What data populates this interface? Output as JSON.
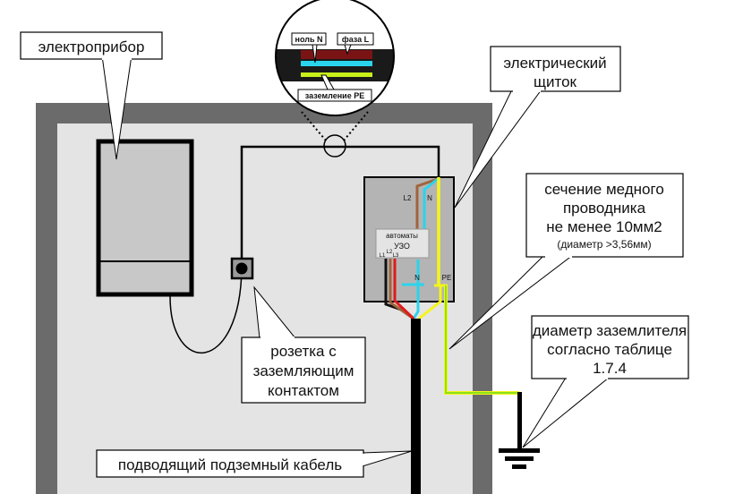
{
  "title": "Схема подключения заземления",
  "colors": {
    "outer_wall": "#6b6b6b",
    "inner_room": "#e4e4e4",
    "appliance": "#c8c8c8",
    "panel": "#b4b4b4",
    "phase_L1": "#111111",
    "phase_L2": "#a0643c",
    "phase_L3": "#e01a1a",
    "neutral": "#2ad4ec",
    "pe_yellow": "#f5f51a",
    "pe_green": "#8ee01a",
    "cable": "#000000"
  },
  "callouts": {
    "appliance": "электроприбор",
    "panel_line1": "электрический",
    "panel_line2": "щиток",
    "section_line1": "сечение медного",
    "section_line2": "проводника",
    "section_line3": "не менее 10мм2",
    "section_line4": "(диаметр >3,56мм)",
    "earth_line1": "диаметр заземлителя",
    "earth_line2": "согласно таблице",
    "earth_line3": "1.7.4",
    "socket_line1": "розетка с",
    "socket_line2": "заземляющим",
    "socket_line3": "контактом",
    "cable": "подводящий подземный кабель"
  },
  "inset": {
    "neutral_label": "ноль N",
    "phase_label": "фаза L",
    "pe_label": "заземление PE"
  },
  "panel": {
    "breaker_line1": "автоматы",
    "breaker_line2": "УЗО",
    "l1": "L1",
    "l2": "L2",
    "l3": "L3",
    "wire_l2": "L2",
    "wire_n_top": "N",
    "wire_n_bottom": "N",
    "wire_pe": "PE"
  }
}
